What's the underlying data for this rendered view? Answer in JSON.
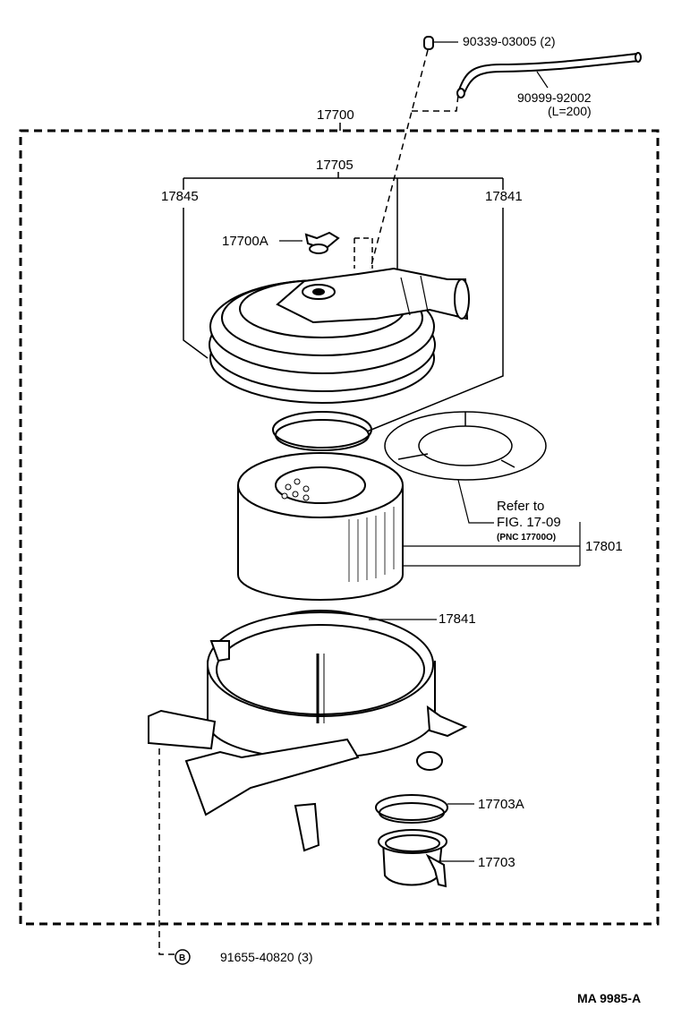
{
  "labels": {
    "hose_clamp": "90339-03005 (2)",
    "hose": "90999-92002",
    "hose_length": "(L=200)",
    "assembly": "17700",
    "cap_sub_assembly": "17705",
    "cap_left": "17845",
    "cap_right": "17841",
    "wing_nut": "17700A",
    "refer_to": "Refer to",
    "fig_ref": "FIG. 17-09",
    "pnc_ref": "(PNC 17700O)",
    "element": "17801",
    "gasket_lower": "17841",
    "seal_ring": "17703A",
    "hose_connector": "17703",
    "bolt_symbol": "B",
    "bolt": "91655-40820 (3)",
    "footer_code": "MA  9985-A"
  }
}
